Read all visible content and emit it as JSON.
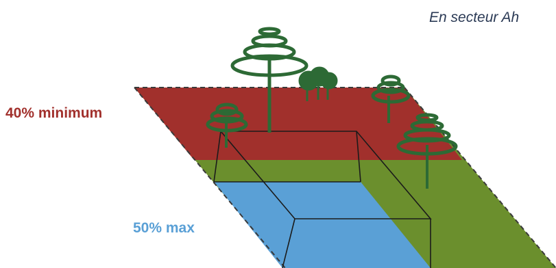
{
  "header": {
    "title": "En secteur Ah"
  },
  "zones": {
    "planted": {
      "label": "40% minimum",
      "color": "#a1302c"
    },
    "built": {
      "label": "50% max",
      "color": "#5aa0d6"
    },
    "open": {
      "color": "#6b8f2d"
    }
  },
  "colors": {
    "tree": "#2d6a35",
    "outline": "#1b1b1b",
    "title": "#2b3a55"
  },
  "icons": [
    "tree-icon"
  ]
}
